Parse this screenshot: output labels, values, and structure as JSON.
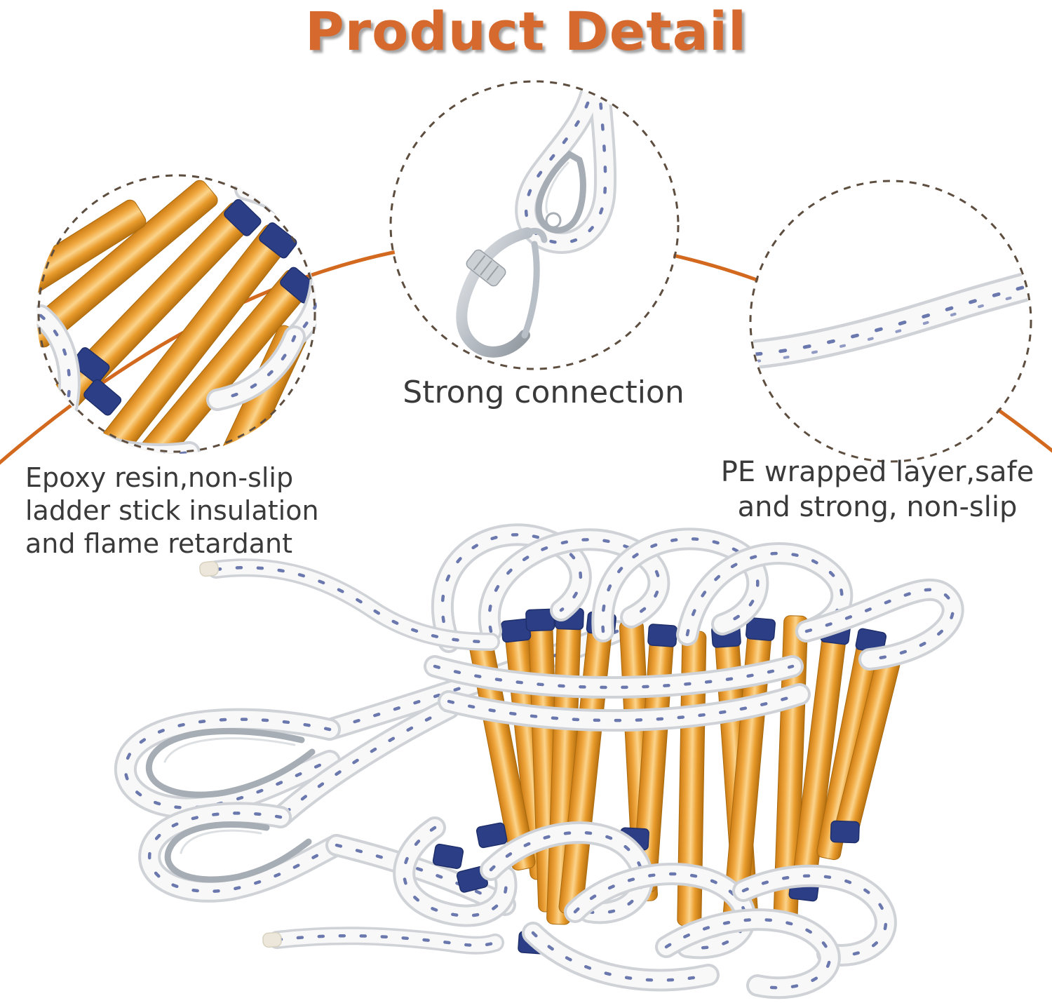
{
  "title": "Product Detail",
  "callouts": {
    "ladder": {
      "lines": [
        "Epoxy resin,non-slip",
        "ladder stick insulation",
        "and flame retardant"
      ]
    },
    "connection": {
      "lines": [
        "Strong connection"
      ]
    },
    "rope": {
      "lines": [
        "PE wrapped layer,safe",
        "and strong, non-slip"
      ]
    }
  },
  "colors": {
    "title_orange": "#d5692e",
    "caption_text": "#3a3a3a",
    "connector_arc": "#d2691e",
    "dashed_circle": "#5d4e40",
    "rung_orange": "#eda43c",
    "rung_cap_navy": "#2c3f86",
    "rope_white": "#f8f8f8",
    "rope_shadow": "#cfd2d6",
    "rope_fleck_blue": "#3b4d95",
    "metal_gray": "#b9bfc6"
  }
}
